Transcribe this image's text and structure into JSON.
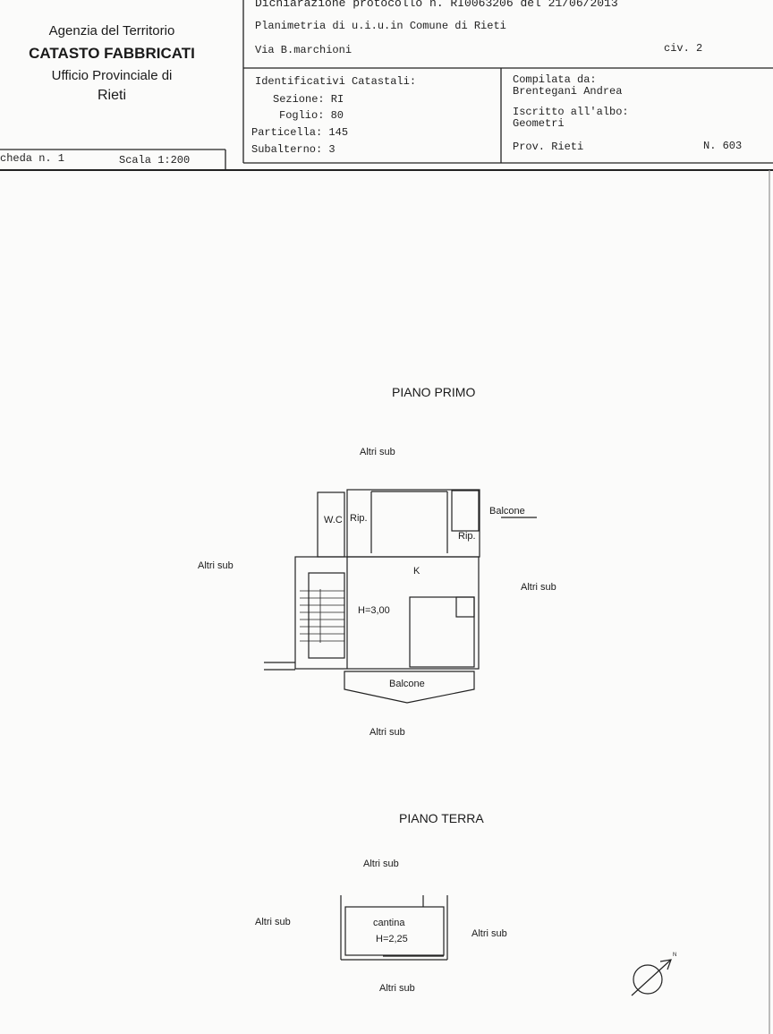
{
  "office": {
    "agency": "Agenzia del Territorio",
    "department": "CATASTO FABBRICATI",
    "office_line": "Ufficio Provinciale di",
    "province": "Rieti",
    "scheda": "cheda n. 1",
    "scale": "Scala 1:200"
  },
  "header": {
    "declaration": "Dichiarazione protocollo n. RI0063206 del 21/06/2013",
    "plan_title": "Planimetria di u.i.u.in Comune di Rieti",
    "address": "Via B.marchioni",
    "civic": "civ. 2"
  },
  "identifiers": {
    "heading": "Identificativi Catastali:",
    "sezione": "Sezione: RI",
    "foglio": "Foglio: 80",
    "particella": "Particella: 145",
    "subalterno": "Subalterno: 3"
  },
  "compiler": {
    "heading": "Compilata da:",
    "name": "Brentegani Andrea",
    "registry_heading": "Iscritto all'albo:",
    "registry": "Geometri",
    "province": "Prov. Rieti",
    "number": "N. 603"
  },
  "first_floor": {
    "title": "PIANO PRIMO",
    "labels": {
      "top": "Altri sub",
      "left": "Altri sub",
      "right": "Altri sub",
      "bottom": "Altri sub",
      "wc": "W.C",
      "rip1": "Rip.",
      "rip2": "Rip.",
      "balcony_right": "Balcone",
      "kitchen": "K",
      "height": "H=3,00",
      "balcony_bottom": "Balcone"
    }
  },
  "ground_floor": {
    "title": "PIANO TERRA",
    "labels": {
      "top": "Altri sub",
      "left": "Altri sub",
      "right": "Altri sub",
      "bottom": "Altri sub",
      "room": "cantina",
      "height": "H=2,25"
    }
  },
  "compass": {
    "north": "N"
  }
}
